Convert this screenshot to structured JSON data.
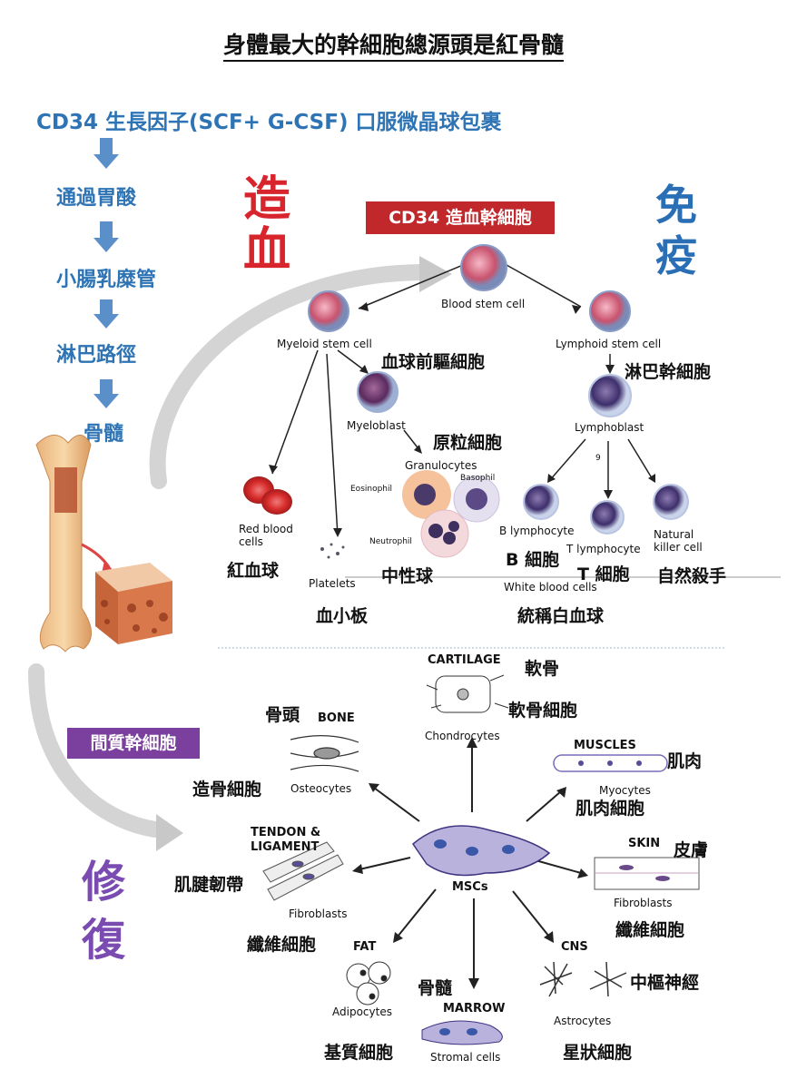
{
  "title": "身體最大的幹細胞總源頭是紅骨髓",
  "flow": {
    "headline": "CD34 生長因子(SCF+ G-CSF) 口服微晶球包裹",
    "steps": [
      "通過胃酸",
      "小腸乳糜管",
      "淋巴路徑",
      "骨髓"
    ]
  },
  "side": {
    "zao": "造",
    "xue": "血",
    "mian": "免",
    "yi": "疫",
    "xiu": "修",
    "fu": "復"
  },
  "hematopoiesis": {
    "banner": "CD34 造血幹細胞",
    "blood_stem": "Blood stem cell",
    "myeloid": "Myeloid stem cell",
    "lymphoid": "Lymphoid stem cell",
    "myeloid_zh": "血球前驅細胞",
    "lymphoid_zh": "淋巴幹細胞",
    "myeloblast": "Myeloblast",
    "myeloblast_zh": "原粒細胞",
    "lymphoblast": "Lymphoblast",
    "granulocytes": "Granulocytes",
    "eosinophil": "Eosinophil",
    "basophil": "Basophil",
    "neutrophil": "Neutrophil",
    "neutrophil_zh": "中性球",
    "rbc": "Red blood cells",
    "rbc_zh": "紅血球",
    "platelets": "Platelets",
    "platelets_zh": "血小板",
    "b_cell": "B lymphocyte",
    "b_cell_zh": "B 細胞",
    "t_cell": "T lymphocyte",
    "t_cell_zh": "T 細胞",
    "nk": "Natural killer cell",
    "nk_zh": "自然殺手",
    "wbc": "White blood cells",
    "wbc_zh": "統稱白血球",
    "small_num": "9"
  },
  "mesenchymal": {
    "banner": "間質幹細胞",
    "msc": "MSCs",
    "cartilage": "CARTILAGE",
    "cartilage_zh": "軟骨",
    "chondrocytes": "Chondrocytes",
    "chondrocytes_zh": "軟骨細胞",
    "bone": "BONE",
    "bone_zh": "骨頭",
    "osteocytes": "Osteocytes",
    "osteocytes_zh": "造骨細胞",
    "muscles": "MUSCLES",
    "muscles_zh": "肌肉",
    "myocytes": "Myocytes",
    "myocytes_zh": "肌肉細胞",
    "tendon": "TENDON & LIGAMENT",
    "tendon_zh": "肌腱韌帶",
    "fibroblasts_l": "Fibroblasts",
    "fibroblasts_l_zh": "纖維細胞",
    "skin": "SKIN",
    "skin_zh": "皮膚",
    "fibroblasts_r": "Fibroblasts",
    "fibroblasts_r_zh": "纖維細胞",
    "fat": "FAT",
    "adipocytes": "Adipocytes",
    "adipocytes_zh": "基質細胞",
    "marrow": "MARROW",
    "marrow_zh": "骨髓",
    "stromal": "Stromal cells",
    "cns": "CNS",
    "cns_zh": "中樞神經",
    "astrocytes": "Astrocytes",
    "astrocytes_zh": "星狀細胞"
  },
  "colors": {
    "flow_blue": "#2e74b5",
    "red_banner": "#c0282b",
    "purple_banner": "#7b3f9e",
    "side_red": "#d8242c",
    "side_blue": "#2a6fb5",
    "side_purple": "#7a4bb0"
  }
}
